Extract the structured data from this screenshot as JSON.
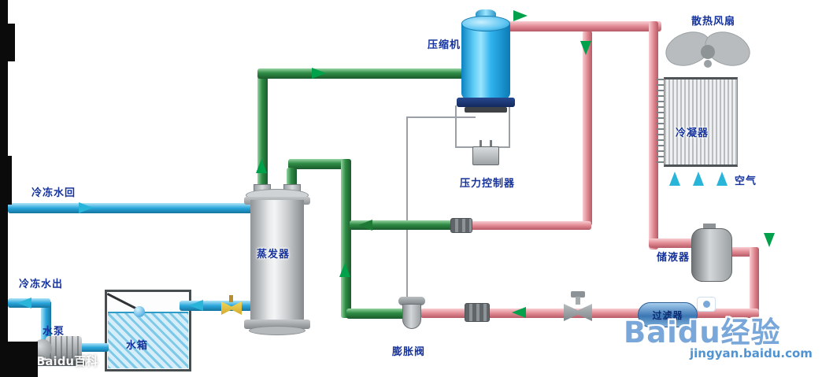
{
  "diagram": {
    "labels": {
      "compressor": "压缩机",
      "pressure_controller": "压力控制器",
      "cooling_fan": "散热风扇",
      "condenser": "冷凝器",
      "air": "空气",
      "receiver": "储液器",
      "filter": "过滤器",
      "expansion_valve": "膨胀阀",
      "evaporator": "蒸发器",
      "chilled_water_return": "冷冻水回",
      "chilled_water_out": "冷冻水出",
      "water_pump": "水泵",
      "water_tank": "水箱"
    },
    "pipe_colors": {
      "suction_gas_line": "#2e8b44",
      "discharge_liquid_line": "#e28a94",
      "chilled_water_line": "#2aa6db"
    },
    "arrow_colors": {
      "refrigerant_flow": "#00a14b",
      "water_flow": "#29b5da"
    },
    "watermarks": {
      "brand_right": "Baidu经验",
      "url_right": "jingyan.baidu.com",
      "brand_left": "Baidu百科"
    }
  }
}
